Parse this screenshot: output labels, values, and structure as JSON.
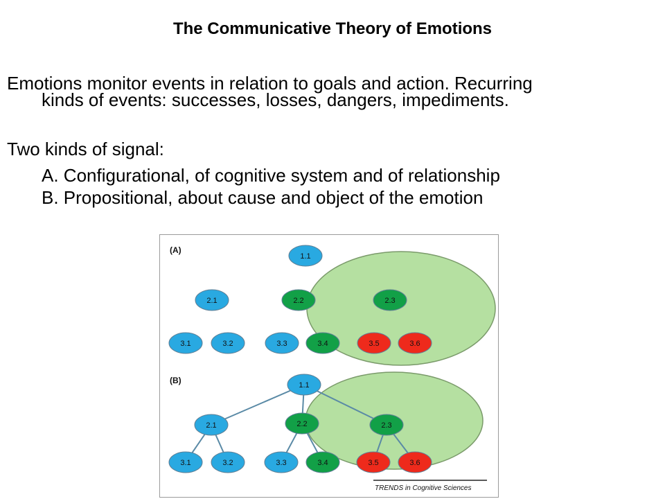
{
  "title": "The Communicative Theory of Emotions",
  "intro": {
    "line1": "Emotions monitor events in relation to goals and action. Recurring",
    "line2": "kinds of events: successes, losses, dangers, impediments."
  },
  "signals": {
    "heading": "Two kinds of signal:",
    "item_a": "A. Configurational, of cognitive system and of relationship",
    "item_b": "B. Propositional, about cause and object of the emotion"
  },
  "figure": {
    "panel_a_label": "(A)",
    "panel_b_label": "(B)",
    "credit": "TRENDS in Cognitive Sciences",
    "colors": {
      "blue": "#29a9e1",
      "green": "#12a047",
      "red": "#ee2a1c",
      "region": "#b5e0a1",
      "edge": "#5a8aa6"
    },
    "nodes": {
      "n11": "1.1",
      "n21": "2.1",
      "n22": "2.2",
      "n23": "2.3",
      "n31": "3.1",
      "n32": "3.2",
      "n33": "3.3",
      "n34": "3.4",
      "n35": "3.5",
      "n36": "3.6"
    },
    "node_colors": {
      "n11": "blue",
      "n21": "blue",
      "n22": "green",
      "n23": "green",
      "n31": "blue",
      "n32": "blue",
      "n33": "blue",
      "n34": "green",
      "n35": "red",
      "n36": "red"
    }
  }
}
